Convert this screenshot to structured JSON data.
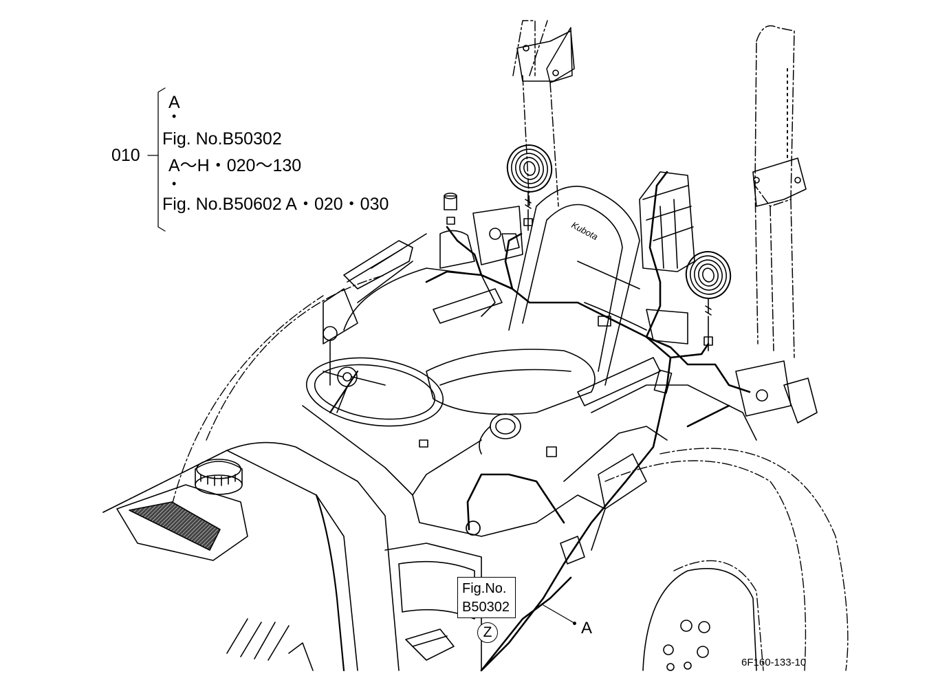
{
  "callout": {
    "part_no": "010",
    "lines": [
      "A",
      "•",
      "Fig. No.B50302",
      "A～H・020～130",
      "•",
      "Fig. No.B50602  A・020・030"
    ]
  },
  "ref_box": {
    "line1": "Fig.No.",
    "line2": "B50302",
    "circle_label": "Z"
  },
  "point_label": "A",
  "diagram_code": "6F160-133-10",
  "brand_on_seat": "Kubota"
}
